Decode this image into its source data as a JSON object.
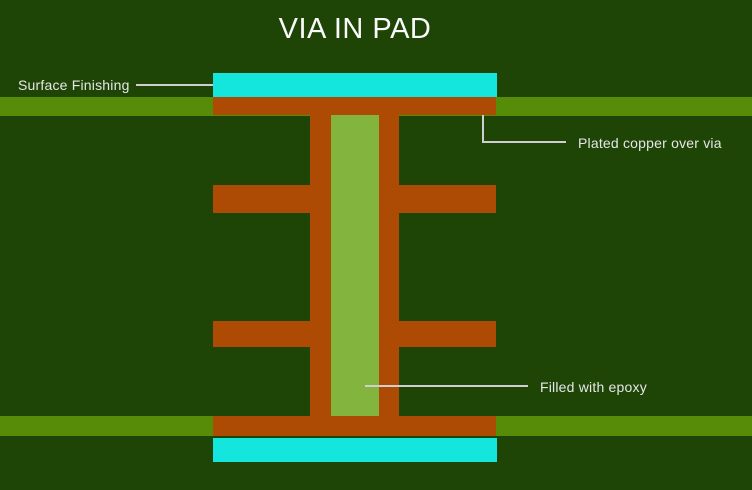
{
  "title": "VIA IN PAD",
  "labels": {
    "surface_finishing": "Surface Finishing",
    "plated_copper_over_via": "Plated copper over via",
    "filled_with_epoxy": "Filled with epoxy"
  },
  "colors": {
    "background": "#1e4506",
    "substrate_stripe": "#568c08",
    "copper": "#ad4a04",
    "epoxy_fill": "#83b43e",
    "surface_finish_cyan": "#15e6dd",
    "title_text": "#fafafa",
    "label_text": "#e6e6e6",
    "leader_line": "#cfcfcf"
  }
}
